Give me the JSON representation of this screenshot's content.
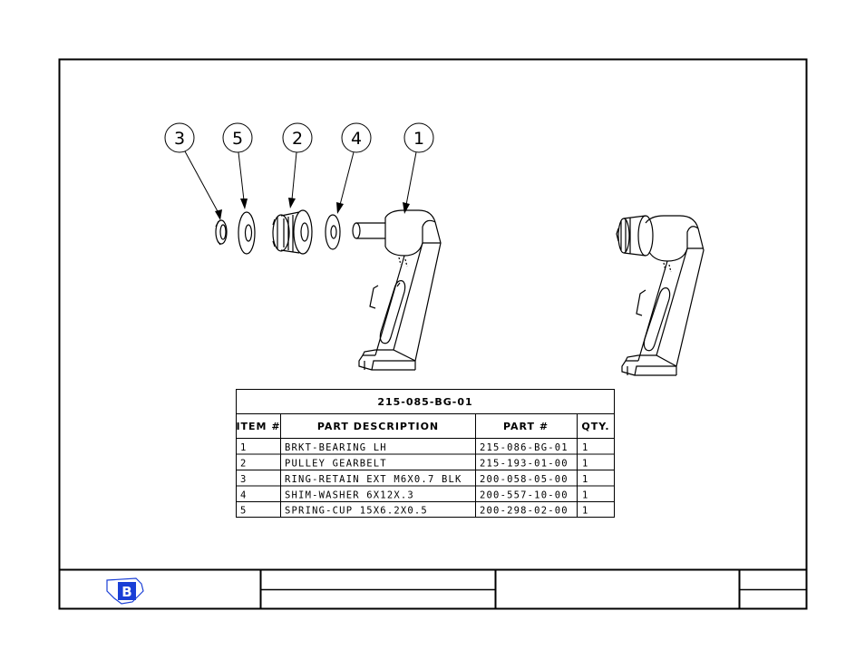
{
  "bom": {
    "title": "215-085-BG-01",
    "headers": {
      "item": "ITEM #",
      "description": "PART DESCRIPTION",
      "part": "PART #",
      "qty": "QTY."
    },
    "rows": [
      {
        "item": "1",
        "description": "BRKT-BEARING LH",
        "part": "215-086-BG-01",
        "qty": "1"
      },
      {
        "item": "2",
        "description": "PULLEY GEARBELT",
        "part": "215-193-01-00",
        "qty": "1"
      },
      {
        "item": "3",
        "description": "RING-RETAIN EXT M6X0.7 BLK",
        "part": "200-058-05-00",
        "qty": "1"
      },
      {
        "item": "4",
        "description": "SHIM-WASHER 6X12X.3",
        "part": "200-557-10-00",
        "qty": "1"
      },
      {
        "item": "5",
        "description": "SPRING-CUP 15X6.2X0.5",
        "part": "200-298-02-00",
        "qty": "1"
      }
    ]
  },
  "balloons": [
    {
      "label": "3",
      "name": "balloon-item-3"
    },
    {
      "label": "5",
      "name": "balloon-item-5"
    },
    {
      "label": "2",
      "name": "balloon-item-2"
    },
    {
      "label": "4",
      "name": "balloon-item-4"
    },
    {
      "label": "1",
      "name": "balloon-item-1"
    }
  ],
  "title_block": {
    "logo_letter": "B",
    "logo_color": "#1a3fd6"
  },
  "colors": {
    "line": "#000000",
    "paper": "#ffffff"
  }
}
